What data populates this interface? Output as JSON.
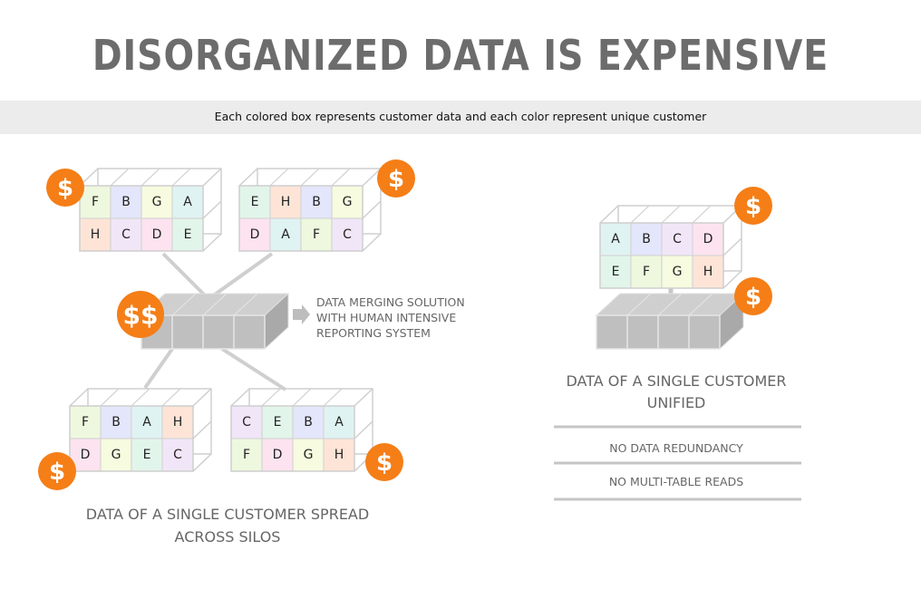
{
  "header": {
    "title": "DISORGANIZED DATA IS EXPENSIVE",
    "subtitle": "Each colored box represents customer data and each color represent unique customer"
  },
  "colors": {
    "A": "#dff3f2",
    "B": "#e4e6fb",
    "C": "#f1e6f8",
    "D": "#fce3ef",
    "E": "#e2f5ea",
    "F": "#eef8de",
    "G": "#f7fbdf",
    "H": "#fde4d6",
    "coin": "#f57e17",
    "slab": "#bfbfbf",
    "line": "#cfcfcf",
    "text": "#666666"
  },
  "silos": [
    {
      "rows": [
        [
          "F",
          "B",
          "G",
          "A"
        ],
        [
          "H",
          "C",
          "D",
          "E"
        ]
      ],
      "coin": "$"
    },
    {
      "rows": [
        [
          "E",
          "H",
          "B",
          "G"
        ],
        [
          "D",
          "A",
          "F",
          "C"
        ]
      ],
      "coin": "$"
    },
    {
      "rows": [
        [
          "F",
          "B",
          "A",
          "H"
        ],
        [
          "D",
          "G",
          "E",
          "C"
        ]
      ],
      "coin": "$"
    },
    {
      "rows": [
        [
          "C",
          "E",
          "B",
          "A"
        ],
        [
          "F",
          "D",
          "G",
          "H"
        ]
      ],
      "coin": "$"
    }
  ],
  "merge": {
    "coin": "$$",
    "note": [
      "DATA MERGING SOLUTION",
      "WITH HUMAN INTENSIVE",
      "REPORTING SYSTEM"
    ]
  },
  "unified": {
    "rows": [
      [
        "A",
        "B",
        "C",
        "D"
      ],
      [
        "E",
        "F",
        "G",
        "H"
      ]
    ],
    "coin_top": "$",
    "coin_bottom": "$"
  },
  "captions": {
    "left": [
      "DATA OF A SINGLE CUSTOMER SPREAD",
      "ACROSS SILOS"
    ],
    "right": [
      "DATA OF A SINGLE CUSTOMER",
      "UNIFIED"
    ]
  },
  "benefits": [
    "NO DATA REDUNDANCY",
    "NO MULTI-TABLE READS"
  ]
}
